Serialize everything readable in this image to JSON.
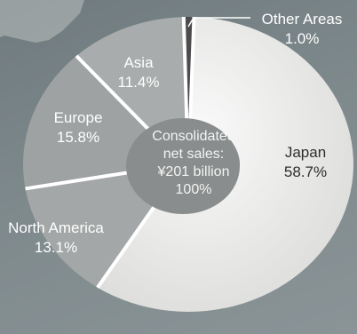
{
  "chart_data": {
    "type": "pie",
    "style": "donut",
    "center_label": {
      "lines": [
        "Consolidated",
        "net sales:",
        "¥201 billion",
        "100%"
      ]
    },
    "slices": [
      {
        "label": "Japan",
        "value": 58.7,
        "value_text": "58.7%",
        "color": "#ececea"
      },
      {
        "label": "North America",
        "value": 13.1,
        "value_text": "13.1%",
        "color": "#a4a7a7"
      },
      {
        "label": "Europe",
        "value": 15.8,
        "value_text": "15.8%",
        "color": "#9fa2a2"
      },
      {
        "label": "Asia",
        "value": 11.4,
        "value_text": "11.4%",
        "color": "#a9acac"
      },
      {
        "label": "Other Areas",
        "value": 1.0,
        "value_text": "1.0%",
        "color": "#4c4c4c"
      }
    ],
    "colors": {
      "background": "#7b8689",
      "hole": "#8a8d8d",
      "separator": "#ffffff",
      "label_text": "#ffffff",
      "japan_label_text": "#2e2e2e",
      "center_text": "#f4f4f4"
    }
  }
}
